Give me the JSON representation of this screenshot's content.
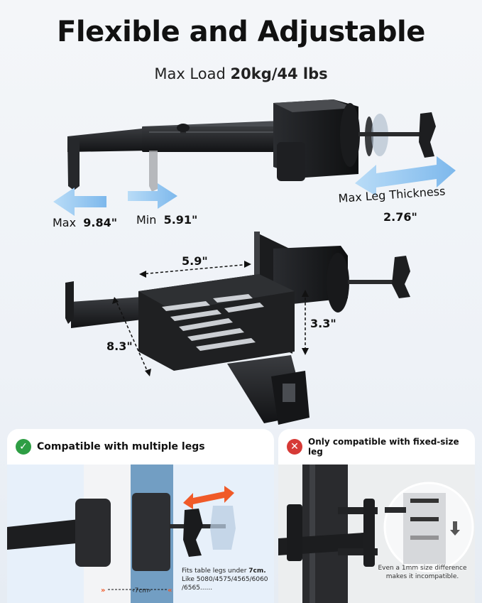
{
  "header": {
    "title": "Flexible and Adjustable",
    "load_prefix": "Max Load",
    "load_value": "20kg/44 lbs"
  },
  "dimensions": {
    "max_label": "Max",
    "max_value": "9.84\"",
    "min_label": "Min",
    "min_value": "5.91\"",
    "leg_thickness_label": "Max Leg Thickness",
    "leg_thickness_value": "2.76\"",
    "width": "5.9\"",
    "depth": "8.3\"",
    "height": "3.3\""
  },
  "compatible_panel": {
    "title": "Compatible with multiple legs",
    "icon": "check-icon",
    "gap_label": "7cm",
    "note_prefix": "Fits table legs under",
    "note_value": "7cm.",
    "note_models": "Like 5080/4575/4565/6060",
    "note_models_more": "/6565......"
  },
  "incompatible_panel": {
    "title": "Only compatible with fixed-size leg",
    "icon": "cross-icon",
    "note_line1": "Even a 1mm size difference",
    "note_line2": "makes it incompatible."
  },
  "colors": {
    "arrow_blue": "#8cc2f0",
    "arrow_orange": "#f05a28",
    "check_green": "#2e9e44",
    "cross_red": "#d63a36",
    "metal_dark": "#1c1d1f"
  }
}
